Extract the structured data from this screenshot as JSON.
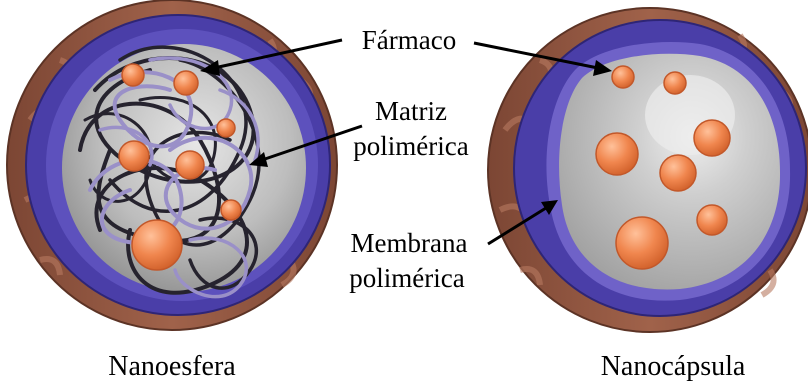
{
  "labels": {
    "drug": "Fármaco",
    "matrix": [
      "Matriz",
      "polimérica"
    ],
    "membrane": [
      "Membrana",
      "polimérica"
    ]
  },
  "captions": {
    "left": "Nanoesfera",
    "right": "Nanocápsula"
  },
  "colors": {
    "outer_shell": "#8e5540",
    "shell_texture": "#a86a52",
    "membrane": "#4a3ea8",
    "membrane_light": "#6f62c8",
    "core": "#b9b9b9",
    "core_light": "#e3e3e3",
    "drug": "#f0864e",
    "drug_edge": "#c2582a",
    "polymer_dark": "#26232e",
    "polymer_light": "#9a90c8"
  }
}
